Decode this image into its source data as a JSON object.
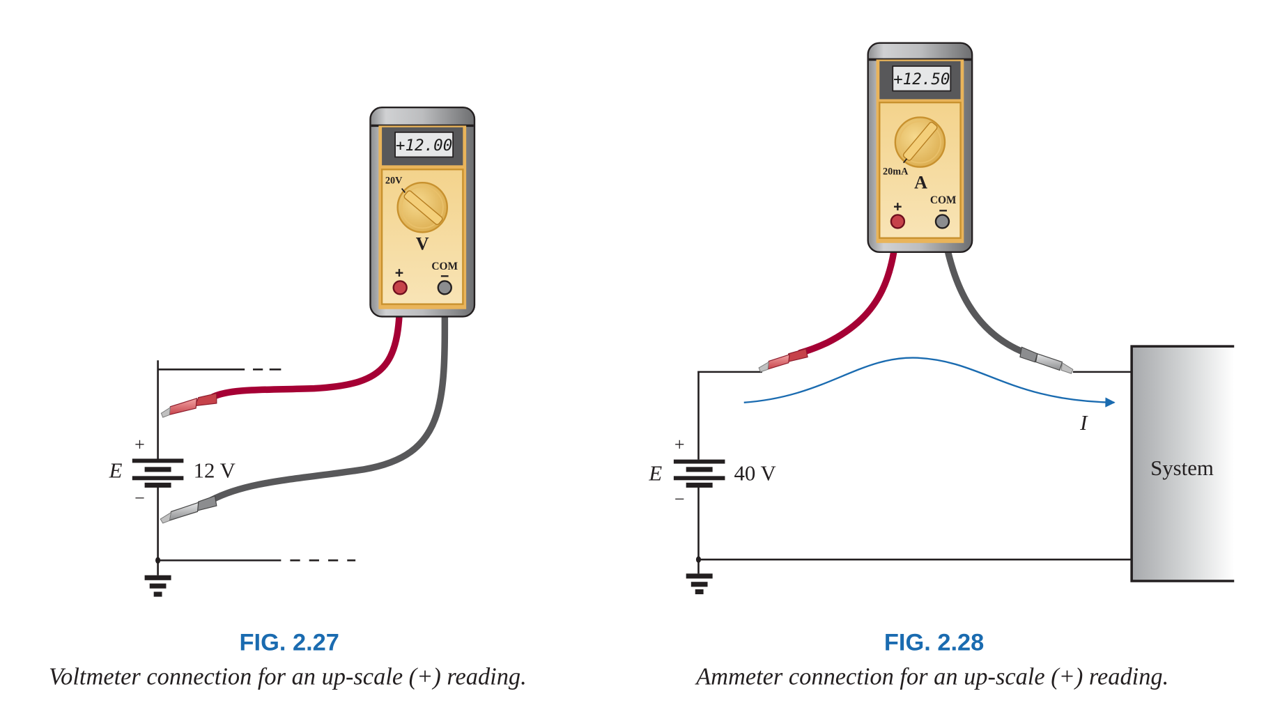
{
  "colors": {
    "figure_title": "#1a6bb0",
    "current_arrow": "#1a6bb0",
    "red_lead": "#a50034",
    "black_lead": "#58585a",
    "meter_body": "#f6dea6",
    "meter_case": "#6d6e70",
    "wire": "#231f20"
  },
  "figures": [
    {
      "id": "fig-2-27",
      "title": "FIG. 2.27",
      "caption": "Voltmeter connection for an up-scale (+) reading.",
      "meter": {
        "display": "+12.00",
        "range_label": "20V",
        "mode_label": "V",
        "com_label": "COM",
        "plus_terminal": "+",
        "minus_terminal": "−"
      },
      "source": {
        "label": "E",
        "value": "12 V",
        "plus": "+",
        "minus": "−"
      }
    },
    {
      "id": "fig-2-28",
      "title": "FIG. 2.28",
      "caption": "Ammeter connection for an up-scale (+) reading.",
      "meter": {
        "display": "+12.50",
        "range_label": "20mA",
        "mode_label": "A",
        "com_label": "COM",
        "plus_terminal": "+",
        "minus_terminal": "−"
      },
      "source": {
        "label": "E",
        "value": "40 V",
        "plus": "+",
        "minus": "−"
      },
      "current_label": "I",
      "load_label": "System"
    }
  ]
}
